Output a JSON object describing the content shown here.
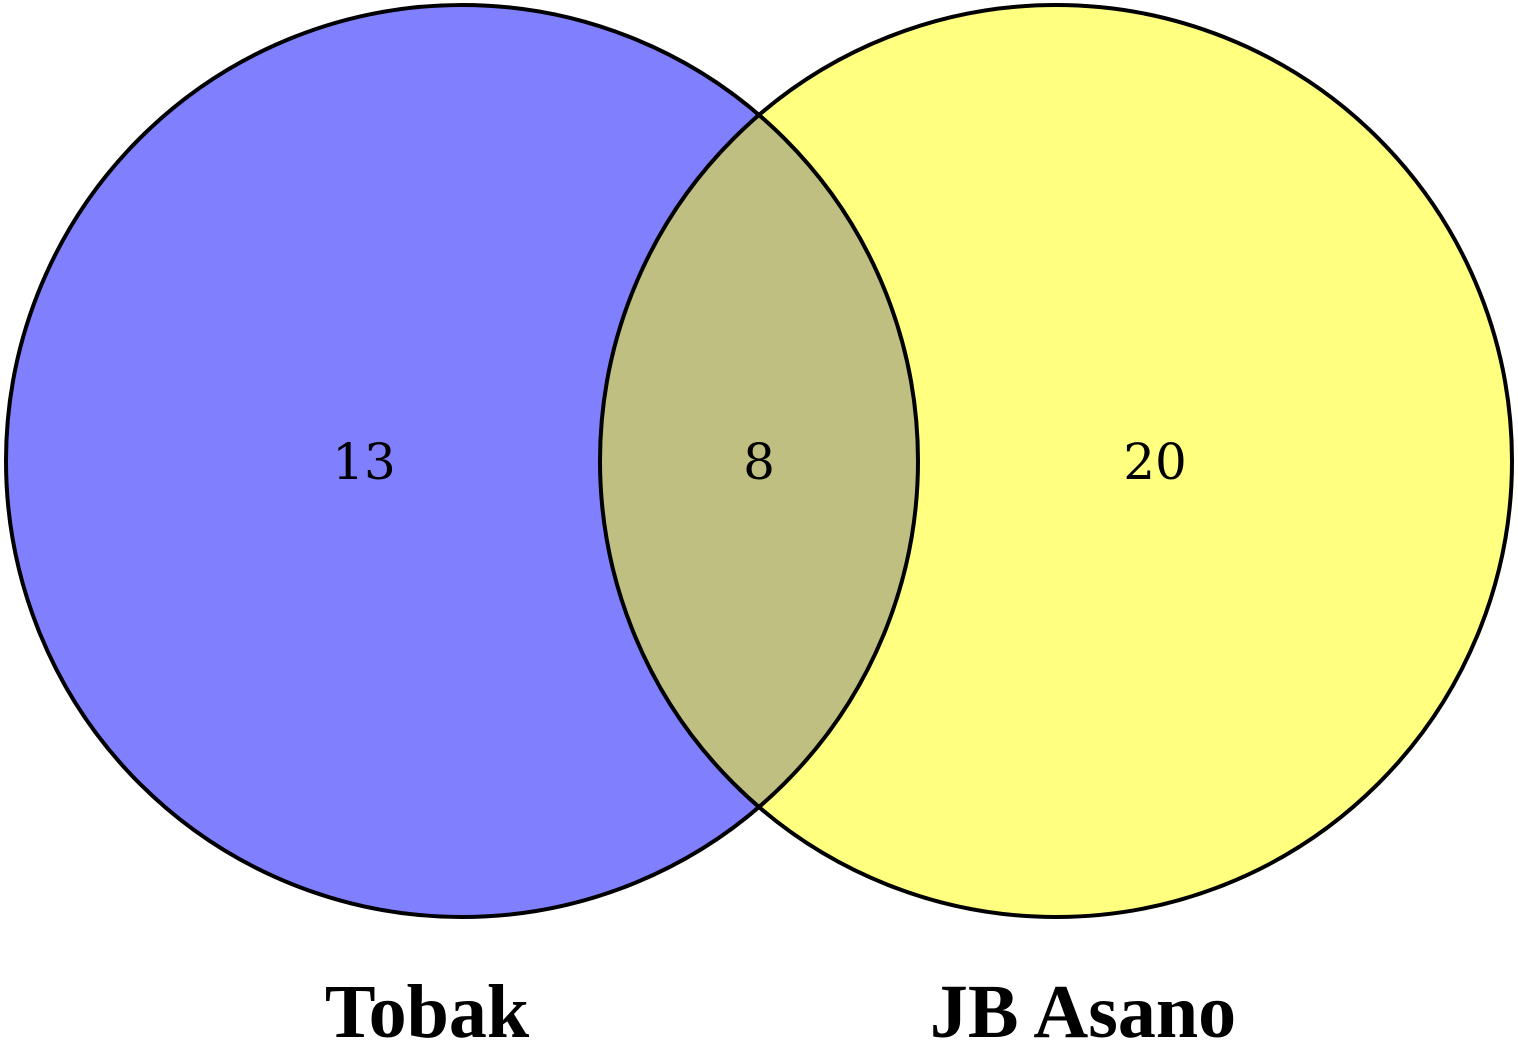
{
  "diagram": {
    "type": "venn",
    "sets": [
      {
        "name": "Tobak",
        "fill": "#8080ff"
      },
      {
        "name": "JB Asano",
        "fill": "#ffff80"
      }
    ],
    "intersection_fill": "#c0bf82",
    "outline_color": "#000000",
    "regions": {
      "only_a": "13",
      "both": "8",
      "only_b": "20"
    }
  }
}
